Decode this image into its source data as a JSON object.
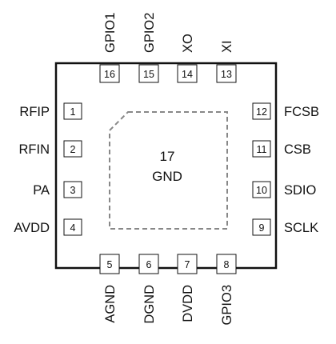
{
  "diagram": {
    "center_pin": {
      "number": "17",
      "name": "GND"
    },
    "left_pins": [
      {
        "number": "1",
        "name": "RFIP"
      },
      {
        "number": "2",
        "name": "RFIN"
      },
      {
        "number": "3",
        "name": "PA"
      },
      {
        "number": "4",
        "name": "AVDD"
      }
    ],
    "bottom_pins": [
      {
        "number": "5",
        "name": "AGND"
      },
      {
        "number": "6",
        "name": "DGND"
      },
      {
        "number": "7",
        "name": "DVDD"
      },
      {
        "number": "8",
        "name": "GPIO3"
      }
    ],
    "right_pins": [
      {
        "number": "9",
        "name": "SCLK"
      },
      {
        "number": "10",
        "name": "SDIO"
      },
      {
        "number": "11",
        "name": "CSB"
      },
      {
        "number": "12",
        "name": "FCSB"
      }
    ],
    "top_pins": [
      {
        "number": "13",
        "name": "XI"
      },
      {
        "number": "14",
        "name": "XO"
      },
      {
        "number": "15",
        "name": "GPIO2"
      },
      {
        "number": "16",
        "name": "GPIO1"
      }
    ],
    "colors": {
      "ink": "#111111",
      "pad_fill": "#ffffff",
      "outline_dash": "#888888"
    }
  }
}
